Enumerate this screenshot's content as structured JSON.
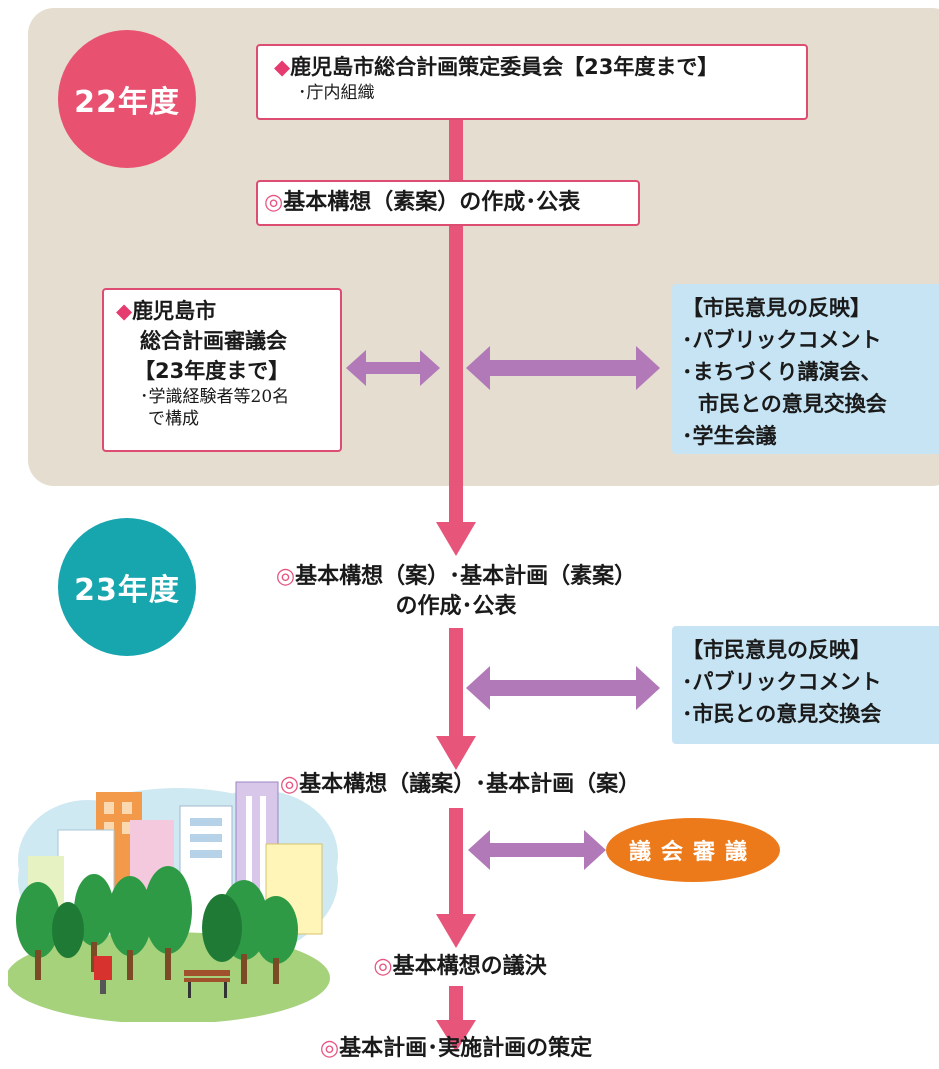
{
  "colors": {
    "panel": "#e4ddd0",
    "badge22": "#e8516f",
    "badge23": "#17a5ae",
    "arrow_main": "#e8557a",
    "arrow_double": "#b279b8",
    "box_border": "#dd4d72",
    "blue_box": "#c6e4f3",
    "gikai": "#ec7a1a"
  },
  "year22": {
    "label": "22年度"
  },
  "year23": {
    "label": "23年度"
  },
  "committee": {
    "diamond": "◆",
    "title": "鹿児島市総合計画策定委員会【23年度まで】",
    "sub": "･庁内組織"
  },
  "step1": {
    "mark": "◎",
    "text": "基本構想（素案）の作成･公表"
  },
  "council": {
    "diamond": "◆",
    "line1": "鹿児島市",
    "line2": "総合計画審議会",
    "line3": "【23年度まで】",
    "sub1": "･学識経験者等20名",
    "sub2": "で構成"
  },
  "opinion1": {
    "title": "【市民意見の反映】",
    "items": [
      "･パブリックコメント",
      "･まちづくり講演会、",
      "市民との意見交換会",
      "･学生会議"
    ]
  },
  "step2": {
    "mark": "◎",
    "line1": "基本構想（案）･基本計画（素案）",
    "line2": "の作成･公表"
  },
  "opinion2": {
    "title": "【市民意見の反映】",
    "items": [
      "･パブリックコメント",
      "･市民との意見交換会"
    ]
  },
  "step3": {
    "mark": "◎",
    "text": "基本構想（議案）･基本計画（案）"
  },
  "gikai": {
    "label": "議会審議"
  },
  "step4": {
    "mark": "◎",
    "text": "基本構想の議決"
  },
  "step5": {
    "mark": "◎",
    "text": "基本計画･実施計画の策定"
  },
  "illustration": {
    "name": "park-city-illustration"
  }
}
